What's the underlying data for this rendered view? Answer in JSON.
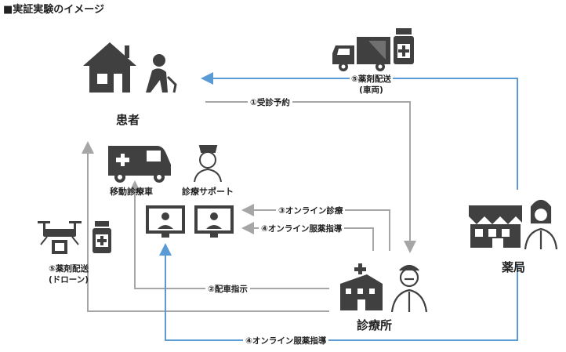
{
  "title": "■実証実験のイメージ",
  "actors": {
    "patient": "患者",
    "clinic": "診療所",
    "pharmacy": "薬局"
  },
  "items": {
    "mobile_clinic_car": "移動診療車",
    "clinic_support": "診療サポート"
  },
  "flows": {
    "booking": "①受診予約",
    "dispatch": "②配車指示",
    "online_consult": "③オンライン診療",
    "online_med_guidance_top": "④オンライン服薬指導",
    "online_med_guidance_bottom": "④オンライン服薬指導",
    "delivery_vehicle_line1": "⑤薬剤配送",
    "delivery_vehicle_line2": "(車両)",
    "delivery_drone_line1": "⑤薬剤配送",
    "delivery_drone_line2": "(ドローン)"
  },
  "colors": {
    "blue_arrow": "#5b9bd5",
    "gray_arrow": "#a6a6a6",
    "icon_dark": "#404040"
  }
}
